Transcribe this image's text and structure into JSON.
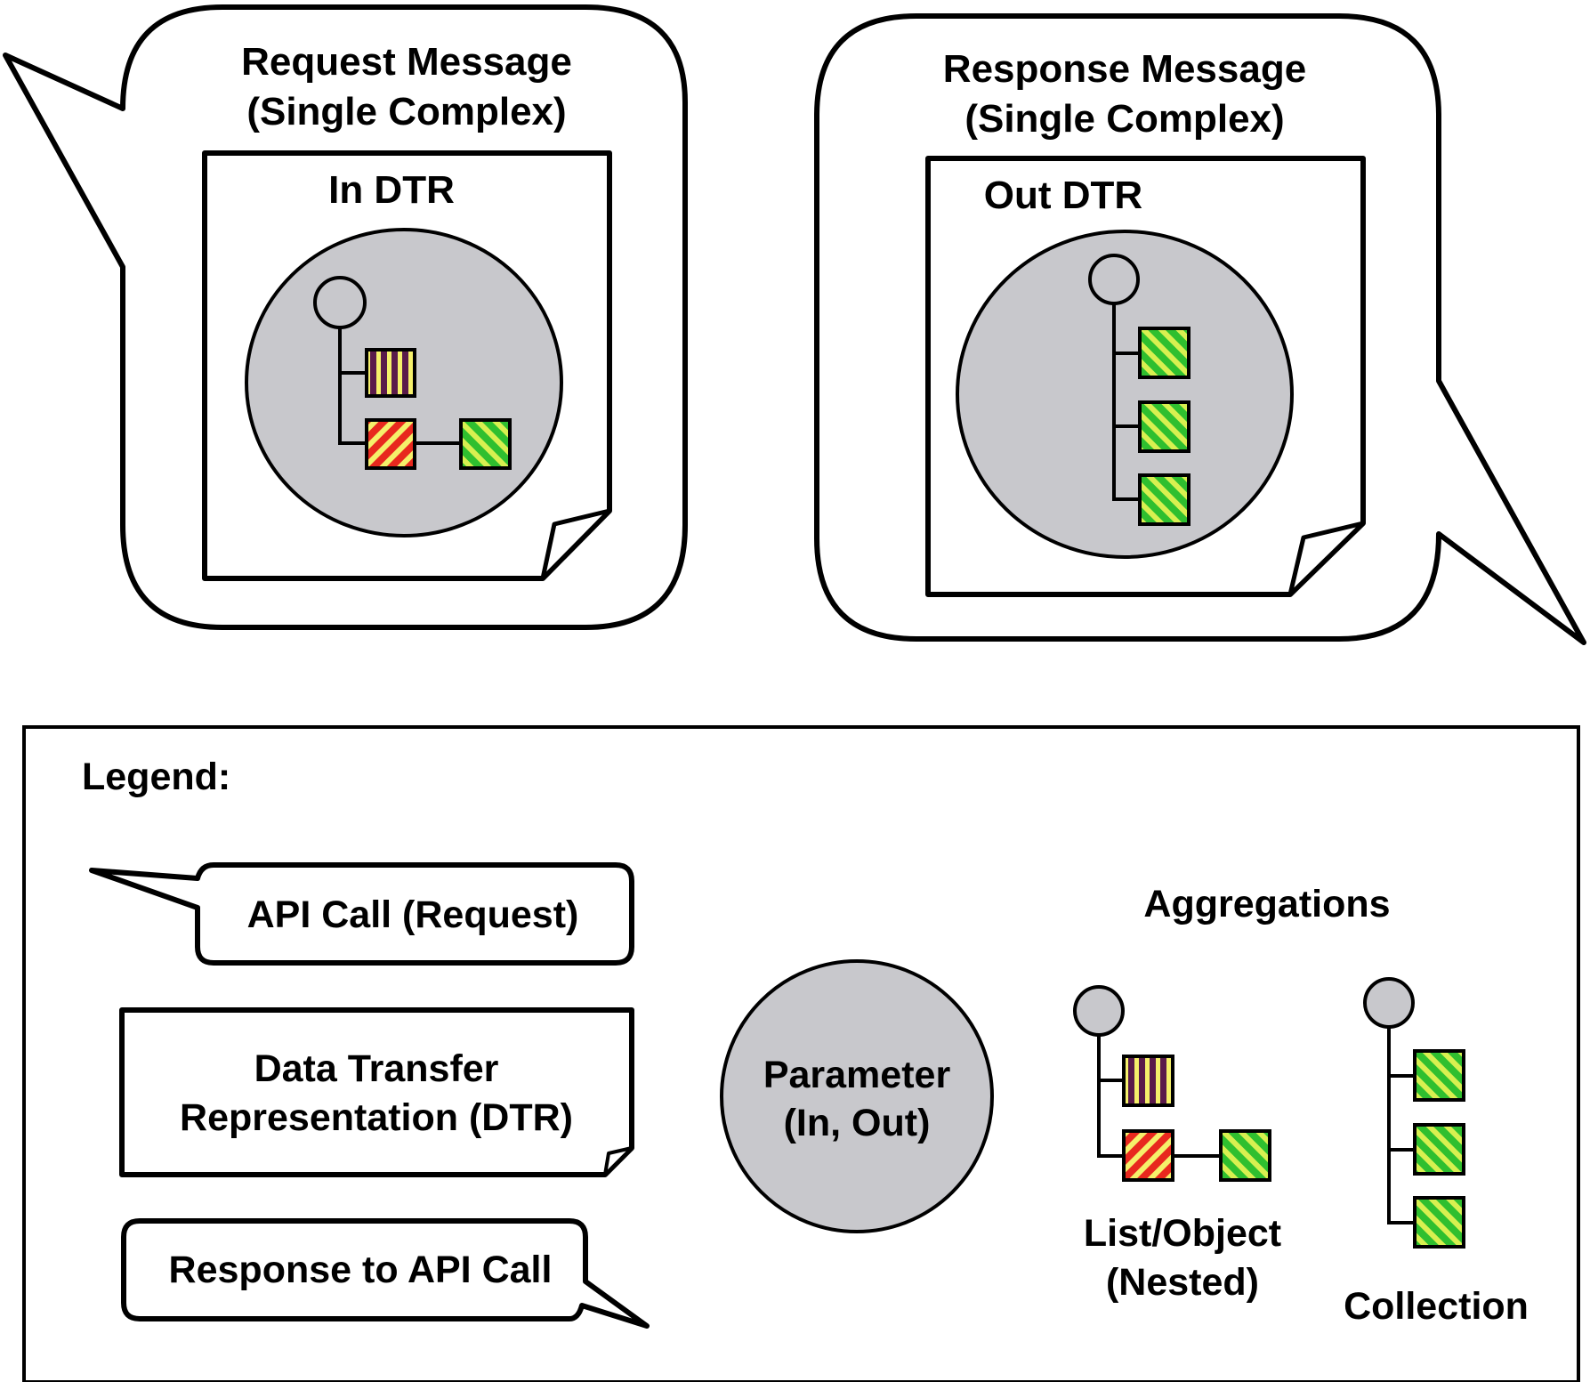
{
  "request": {
    "title_line1": "Request Message",
    "title_line2": "(Single Complex)",
    "dtr_label": "In DTR"
  },
  "response": {
    "title_line1": "Response Message",
    "title_line2": "(Single Complex)",
    "dtr_label": "Out DTR"
  },
  "legend": {
    "title": "Legend:",
    "api_call": "API Call (Request)",
    "dtr_line1": "Data Transfer",
    "dtr_line2": "Representation (DTR)",
    "response": "Response to API Call",
    "parameter_line1": "Parameter",
    "parameter_line2": "(In, Out)",
    "aggregations": "Aggregations",
    "list_line1": "List/Object",
    "list_line2": "(Nested)",
    "collection": "Collection"
  },
  "colors": {
    "param_fill": "#c8c8cc",
    "purple": "#5a1a4a",
    "yellow": "#f5f06a",
    "red": "#e8281e",
    "green": "#2fbf2f",
    "lime": "#d8f050"
  },
  "icons": [
    "speech-bubble-icon",
    "document-icon",
    "tree-node-icon",
    "striped-square-icon"
  ]
}
